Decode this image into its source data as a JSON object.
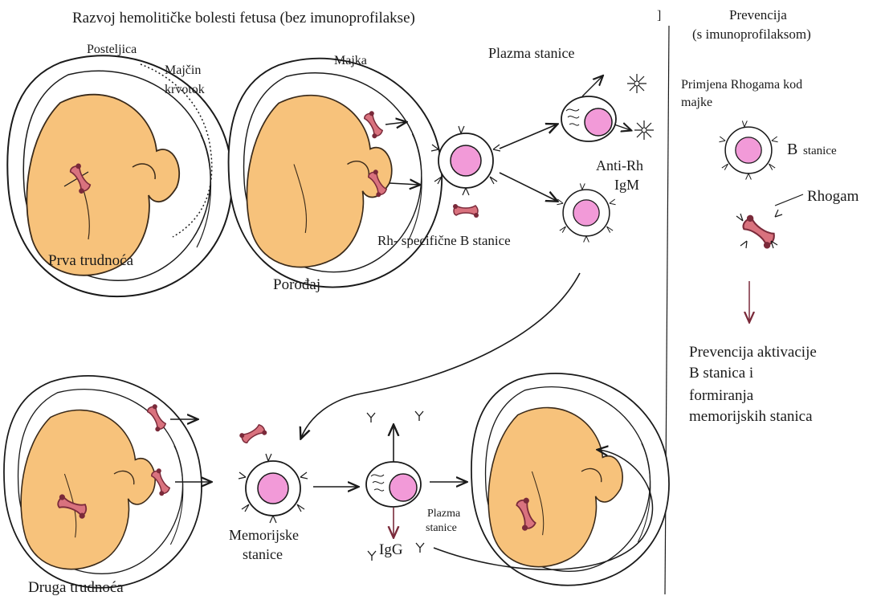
{
  "title_left": "Razvoj hemolitičke bolesti fetusa (bez imunoprofilakse)",
  "bracket": "]",
  "title_right_line1": "Prevencija",
  "title_right_line2": "(s imunoprofilaksom)",
  "labels": {
    "posteljica": "Posteljica",
    "majcin": "Majčin",
    "krvotok": "krvotok",
    "majka": "Majka",
    "plazma_stanice": "Plazma stanice",
    "anti_rh": "Anti-Rh",
    "igm": "IgM",
    "rh_specificne": "Rh- specifične B stanice",
    "prva_trudnoca": "Prva trudnoća",
    "porodjaj": "Porođaj",
    "druga_trudnoca": "Druga trudnoća",
    "memorijske": "Memorijske",
    "stanice": "stanice",
    "igg": "IgG",
    "plazma_small_1": "Plazma",
    "plazma_small_2": "stanice"
  },
  "prevention": {
    "line1": "Primjena Rhogama kod",
    "line2": "majke",
    "b": "B",
    "b_stanice": "stanice",
    "rhogam": "Rhogam",
    "result_lines": [
      "Prevencija aktivacije",
      "B stanica i",
      "formiranja",
      "memorijskih stanica"
    ]
  },
  "colors": {
    "fetus": "#f7c27b",
    "fetus_outline": "#3a2a1a",
    "cell_nucleus": "#f29ad8",
    "antigen": "#d9727e",
    "ink": "#1a1a1a"
  }
}
